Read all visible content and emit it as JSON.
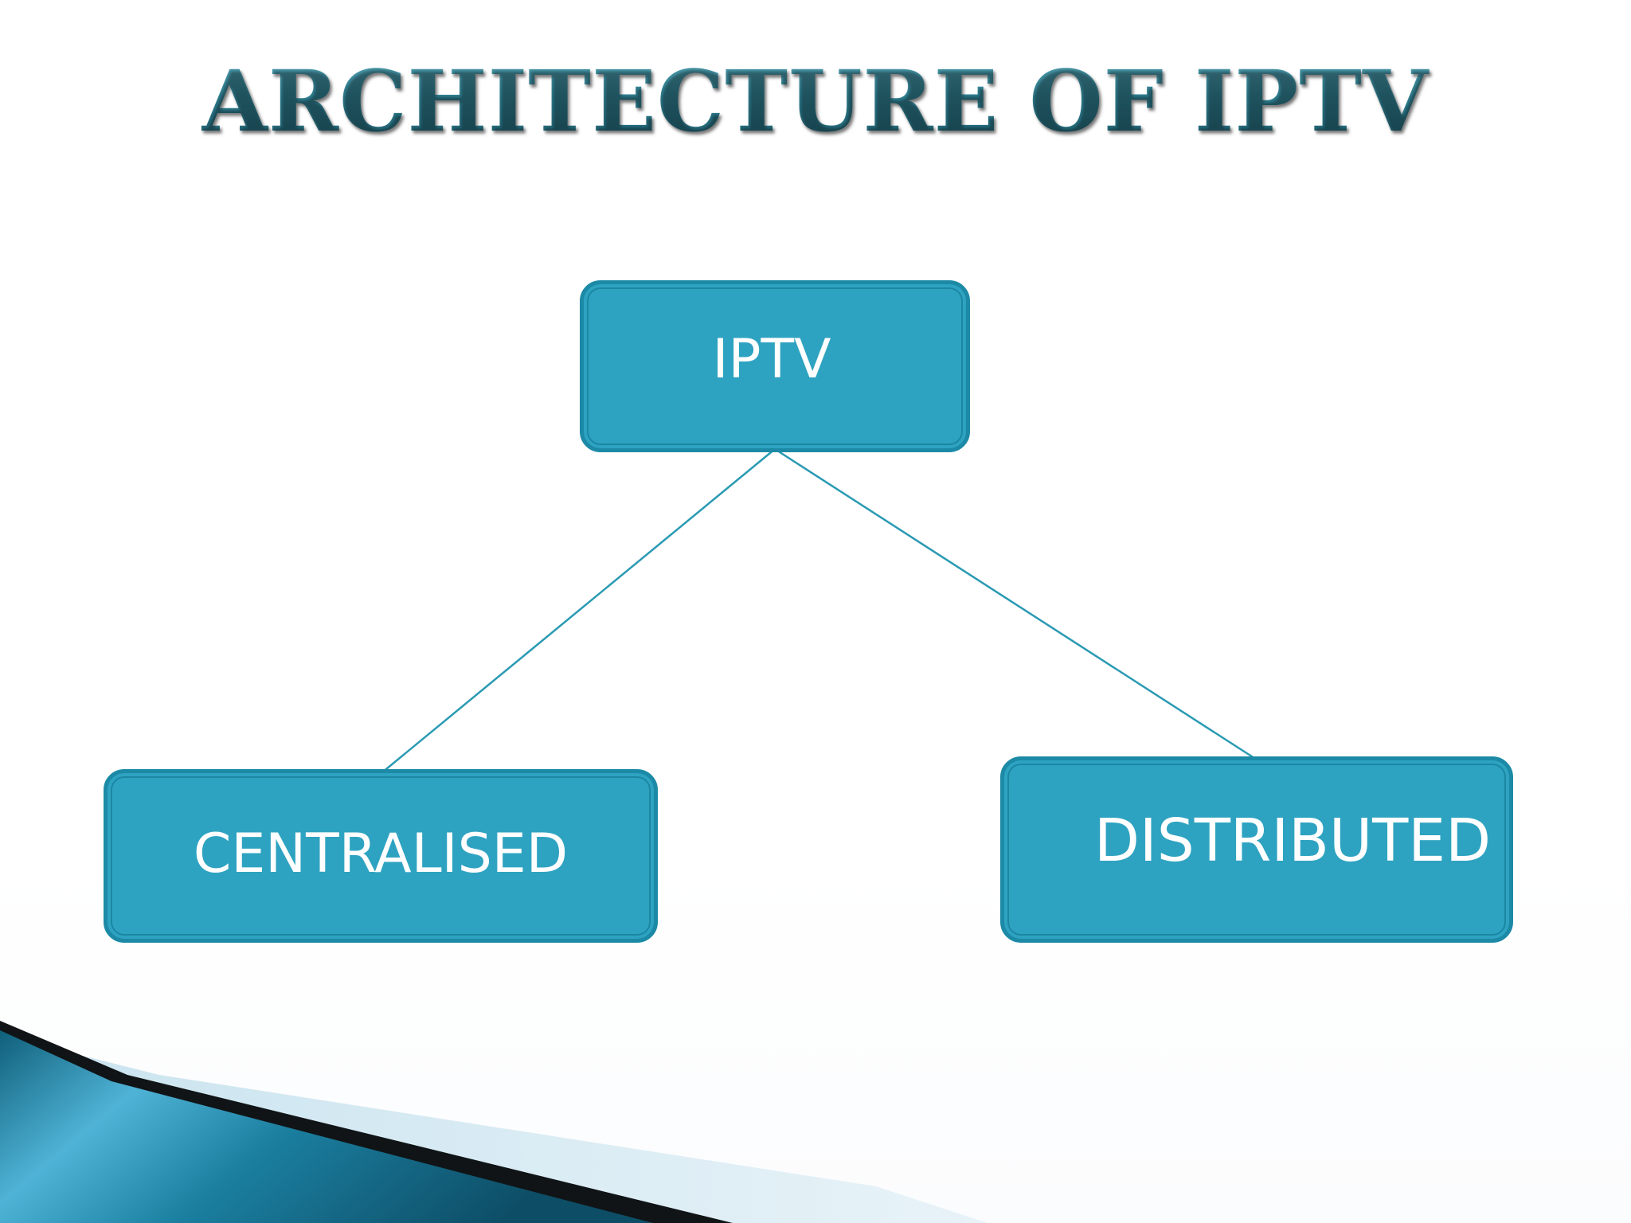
{
  "slide": {
    "title": "ARCHITECTURE OF IPTV"
  },
  "diagram": {
    "root": {
      "label": "IPTV"
    },
    "children": [
      {
        "label": "CENTRALISED"
      },
      {
        "label": "DISTRIBUTED"
      }
    ]
  },
  "colors": {
    "node_fill": "#2ea3c1",
    "node_border": "#1c8aa6",
    "connector": "#2a9ab3",
    "title": "#2f7f91",
    "decor_dark": "#0f4f66",
    "decor_light": "#5bbfe0"
  }
}
